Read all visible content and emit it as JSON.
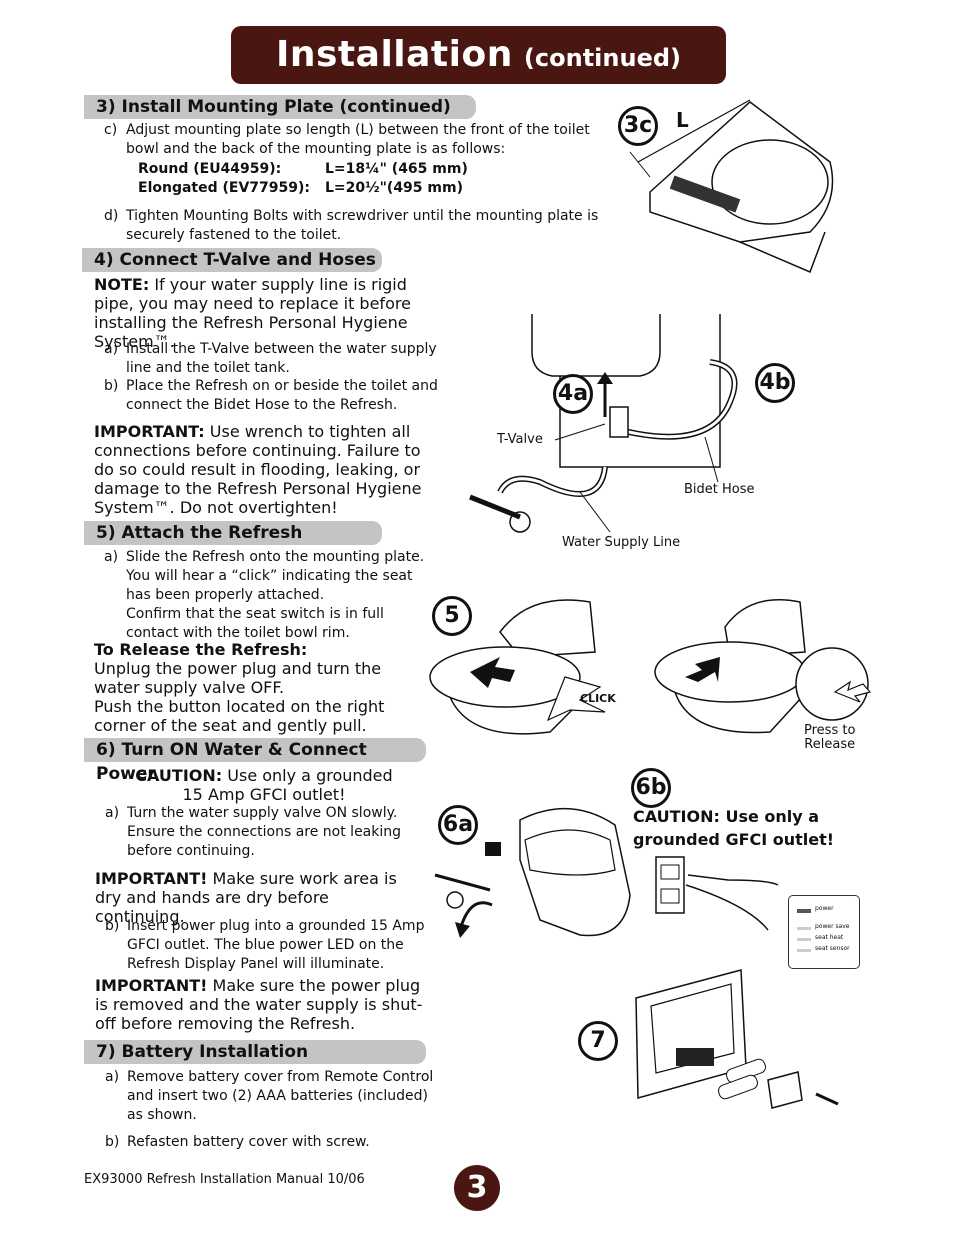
{
  "header": {
    "title": "Installation",
    "subtitle": "(continued)"
  },
  "s3": {
    "heading": "3) Install Mounting Plate (continued)",
    "c_label": "c)",
    "c_text": "Adjust mounting plate so length (L) between the front of the toilet bowl and the back of the mounting plate is as follows:",
    "round_label": "Round (EU44959):",
    "round_value": "L=18¼\" (465 mm)",
    "elong_label": "Elongated (EV77959):",
    "elong_value": "L=20½\"(495 mm)",
    "d_label": "d)",
    "d_text": "Tighten Mounting Bolts with screwdriver until the mounting plate is securely fastened to the toilet."
  },
  "s4": {
    "heading": "4) Connect T-Valve and Hoses",
    "note_label": "NOTE:",
    "note_text": " If your water supply line is rigid pipe, you may need to replace it before installing the Refresh Personal Hygiene System™.",
    "a_label": "a)",
    "a_text": "Install the T-Valve between the water supply line and the toilet tank.",
    "b_label": "b)",
    "b_text": "Place the Refresh on or beside the toilet and connect the Bidet Hose to the Refresh.",
    "imp_label": "IMPORTANT:",
    "imp_text": " Use wrench to tighten all connections before continuing.  Failure to do so could result in flooding, leaking, or damage to the Refresh Personal Hygiene System™.  Do not overtighten!"
  },
  "s5": {
    "heading": "5) Attach the Refresh",
    "a_label": "a)",
    "a_text": "Slide the Refresh onto the mounting plate. You will hear a “click” indicating the seat has been properly attached.",
    "a_text2": "Confirm that the seat switch is in full contact with the toilet bowl rim.",
    "release_heading": "To Release the Refresh:",
    "release_text1": "Unplug the power plug and turn the water supply valve OFF.",
    "release_text2": "Push the button located on the right corner of the seat and gently pull."
  },
  "s6": {
    "heading": "6) Turn ON Water & Connect Power",
    "caution_label": "CAUTION:",
    "caution_text": " Use only a grounded",
    "caution_text2": "15 Amp GFCI outlet!",
    "a_label": "a)",
    "a_text": "Turn the water supply valve ON slowly. Ensure the connections are not leaking before continuing.",
    "imp1_label": "IMPORTANT!",
    "imp1_text": " Make sure work area is dry and hands are dry before continuing.",
    "b_label": "b)",
    "b_text": "Insert power plug into a grounded 15 Amp GFCI outlet. The blue power LED on the Refresh Display Panel will illuminate.",
    "imp2_label": "IMPORTANT!",
    "imp2_text": " Make sure the power plug is removed and the water supply is shut-off before removing the Refresh."
  },
  "s7": {
    "heading": "7) Battery Installation",
    "a_label": "a)",
    "a_text": "Remove battery cover from Remote Control and insert two (2) AAA batteries (included) as shown.",
    "b_label": "b)",
    "b_text": "Refasten battery cover with screw."
  },
  "figures": {
    "fig3c": {
      "badge": "3c",
      "letter": "L"
    },
    "fig4": {
      "badge_a": "4a",
      "badge_b": "4b",
      "tvalve": "T-Valve",
      "bidet_hose": "Bidet Hose",
      "supply_line": "Water Supply Line"
    },
    "fig5": {
      "badge": "5",
      "click": "CLICK",
      "press": "Press to",
      "release": "Release"
    },
    "fig6a": {
      "badge": "6a"
    },
    "fig6b": {
      "badge": "6b",
      "caution1": "CAUTION: Use only a",
      "caution2": "grounded GFCI outlet!",
      "panel": [
        "power",
        "power save",
        "seat heat",
        "seat sensor"
      ]
    },
    "fig7": {
      "badge": "7"
    }
  },
  "footer": {
    "doc": "EX93000   Refresh Installation Manual  10/06",
    "page": "3"
  },
  "colors": {
    "brand": "#4a1612",
    "section_bar": "#c4c4c6"
  }
}
